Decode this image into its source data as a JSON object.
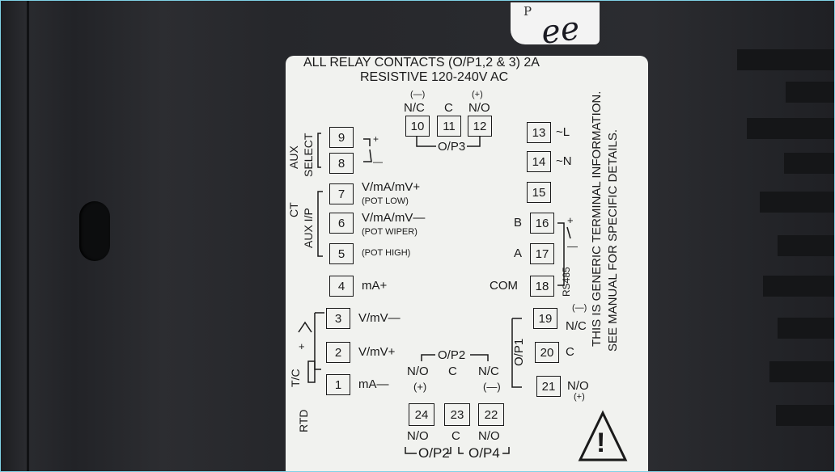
{
  "sticker": {
    "text": "P",
    "scrawl": "ee"
  },
  "label": {
    "header_line1": "ALL RELAY CONTACTS (O/P1,2 & 3) 2A",
    "header_line2": "RESISTIVE 120-240V AC",
    "op3": {
      "nc_polarity": "(—)",
      "nc": "N/C",
      "c": "C",
      "no_polarity": "(+)",
      "no": "N/O",
      "group": "O/P3"
    },
    "terminals": {
      "t1": "1",
      "t2": "2",
      "t3": "3",
      "t4": "4",
      "t5": "5",
      "t6": "6",
      "t7": "7",
      "t8": "8",
      "t9": "9",
      "t10": "10",
      "t11": "11",
      "t12": "12",
      "t13": "13",
      "t14": "14",
      "t15": "15",
      "t16": "16",
      "t17": "17",
      "t18": "18",
      "t19": "19",
      "t20": "20",
      "t21": "21",
      "t22": "22",
      "t23": "23",
      "t24": "24"
    },
    "left": {
      "aux_select": "AUX\nSELECT",
      "aux_select_1": "AUX",
      "aux_select_2": "SELECT",
      "ct": "CT",
      "aux_ip": "AUX I/P",
      "plus": "+",
      "minus": "—",
      "t7_label": "V/mA/mV+",
      "t7_sub": "(POT LOW)",
      "t6_label": "V/mA/mV—",
      "t6_sub": "(POT WIPER)",
      "t5_sub": "(POT HIGH)",
      "t4_label": "mA+",
      "t3_label": "V/mV—",
      "t2_label": "V/mV+",
      "t1_label": "mA—",
      "tc_plus": "+",
      "tc": "T/C",
      "rtd": "RTD"
    },
    "right": {
      "t13_label": "~L",
      "t14_label": "~N",
      "t16_label": "B",
      "t17_label": "A",
      "t18_label": "COM",
      "rs485": "RS485",
      "rs_plus": "+",
      "rs_minus": "—",
      "t19_polarity": "(—)",
      "t19_label": "N/C",
      "t20_label": "C",
      "t21_label": "N/O",
      "t21_polarity": "(+)",
      "op1": "O/P1"
    },
    "bottom": {
      "op2_top": "O/P2",
      "no": "N/O",
      "c": "C",
      "nc": "N/C",
      "no_polarity": "(+)",
      "nc_polarity": "(—)",
      "no2": "N/O",
      "c2": "C",
      "no4": "N/O",
      "op2_bottom": "O/P2",
      "op4_bottom": "O/P4"
    },
    "side_text_1": "THIS IS GENERIC TERMINAL INFORMATION.",
    "side_text_2": "SEE MANUAL FOR SPECIFIC DETAILS.",
    "warning_glyph": "!"
  }
}
